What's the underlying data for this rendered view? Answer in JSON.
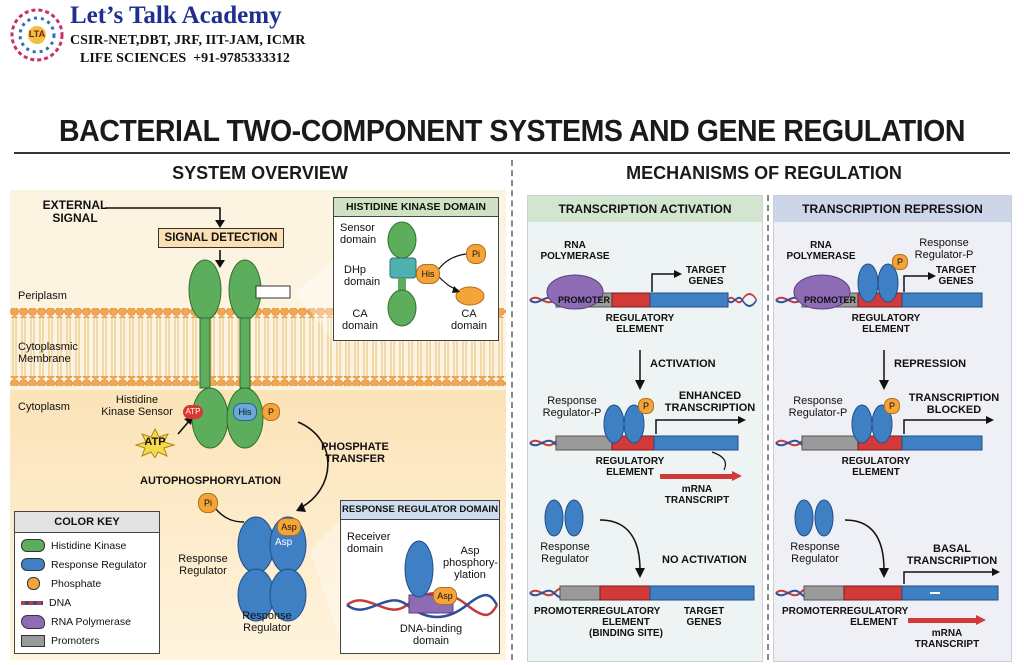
{
  "header": {
    "academy_name": "Let’s Talk Academy",
    "exams": "CSIR-NET,DBT, JRF, IIT-JAM, ICMR",
    "contact": "LIFE SCIENCES  +91-9785333312",
    "logo_text": "LTA"
  },
  "title": "BACTERIAL TWO-COMPONENT SYSTEMS AND GENE REGULATION",
  "overview": {
    "heading": "SYSTEM OVERVIEW",
    "external_signal": "EXTERNAL\nSIGNAL",
    "signal_detection": "SIGNAL DETECTION",
    "periplasm": "Periplasm",
    "membrane": "Cytoplasmic\nMembrane",
    "cytoplasm": "Cytoplasm",
    "hk_sensor": "Histidine\nKinase Sensor",
    "atp": "ATP",
    "his": "His",
    "p": "P",
    "pi": "Pi",
    "asp": "Asp",
    "autophosphorylation": "AUTOPHOSPHORYLATION",
    "phosphate_transfer": "PHOSPHATE\nTRANSFER",
    "response_regulator_left": "Response\nRegulator",
    "response_regulator_bottom": "Response\nRegulator"
  },
  "hk_domain": {
    "title": "HISTIDINE KINASE DOMAIN",
    "sensor": "Sensor\ndomain",
    "dhp": "DHp\ndomain",
    "ca_left": "CA\ndomain",
    "ca_right": "CA\ndomain",
    "his": "His",
    "pi": "Pi"
  },
  "rr_domain": {
    "title": "RESPONSE REGULATOR DOMAIN",
    "receiver": "Receiver\ndomain",
    "asp_phos": "Asp\nphosphory-\nylation",
    "asp": "Asp",
    "dna_binding": "DNA-binding\ndomain"
  },
  "color_key": {
    "title": "COLOR KEY",
    "items": [
      {
        "label": "Histidine Kinase",
        "color": "#5cae5c"
      },
      {
        "label": "Response Regulator",
        "color": "#3f7fc4"
      },
      {
        "label": "Phosphate",
        "color": "#f5a43a"
      },
      {
        "label": "DNA",
        "color": "#c53a3a"
      },
      {
        "label": "RNA Polymerase",
        "color": "#8e6bb5"
      },
      {
        "label": "Promoters",
        "color": "#9a9a9a"
      }
    ]
  },
  "mechanisms": {
    "heading": "MECHANISMS OF REGULATION",
    "activation": {
      "title": "TRANSCRIPTION ACTIVATION",
      "rna_pol": "RNA\nPOLYMERASE",
      "target_genes": "TARGET\nGENES",
      "promoter": "PROMOTER",
      "reg_element": "REGULATORY\nELEMENT",
      "activation": "ACTIVATION",
      "rr_p": "Response\nRegulator-P",
      "p": "P",
      "enhanced": "ENHANCED\nTRANSCRIPTION",
      "reg_element2": "REGULATORY\nELEMENT",
      "mrna": "mRNA\nTRANSCRIPT",
      "rr": "Response\nRegulator",
      "no_activation": "NO ACTIVATION",
      "promoter_bottom": "PROMOTER",
      "reg_binding": "REGULATORY\nELEMENT\n(BINDING SITE)",
      "target_bottom": "TARGET\nGENES"
    },
    "repression": {
      "title": "TRANSCRIPTION REPRESSION",
      "rna_pol": "RNA\nPOLYMERASE",
      "rr_p_top": "Response\nRegulator-P",
      "target_genes": "TARGET\nGENES",
      "promoter": "PROMOTER",
      "reg_element": "REGULATORY\nELEMENT",
      "repression": "REPRESSION",
      "rr_p": "Response\nRegulator-P",
      "p": "P",
      "blocked": "TRANSCRIPTION\nBLOCKED",
      "reg_element2": "REGULATORY\nELEMENT",
      "rr": "Response\nRegulator",
      "basal": "BASAL\nTRANSCRIPTION",
      "promoter_bottom": "PROMOTER",
      "reg_bottom": "REGULATORY\nELEMENT",
      "mrna": "mRNA\nTRANSCRIPT"
    }
  }
}
